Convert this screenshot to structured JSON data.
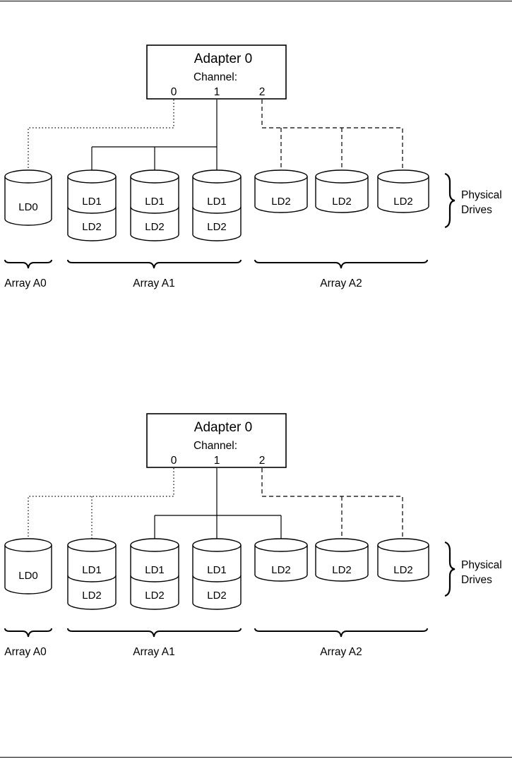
{
  "diagrams": [
    {
      "adapter": {
        "title": "Adapter 0",
        "channel_label": "Channel:",
        "channels": [
          "0",
          "1",
          "2"
        ]
      },
      "drives": [
        {
          "labels": [
            "LD0"
          ]
        },
        {
          "labels": [
            "LD1",
            "LD2"
          ]
        },
        {
          "labels": [
            "LD1",
            "LD2"
          ]
        },
        {
          "labels": [
            "LD1",
            "LD2"
          ]
        },
        {
          "labels": [
            "LD2"
          ]
        },
        {
          "labels": [
            "LD2"
          ]
        },
        {
          "labels": [
            "LD2"
          ]
        }
      ],
      "arrays": [
        "Array A0",
        "Array A1",
        "Array A2"
      ],
      "physical_drives_label": [
        "Physical",
        "Drives"
      ]
    },
    {
      "adapter": {
        "title": "Adapter 0",
        "channel_label": "Channel:",
        "channels": [
          "0",
          "1",
          "2"
        ]
      },
      "drives": [
        {
          "labels": [
            "LD0"
          ]
        },
        {
          "labels": [
            "LD1",
            "LD2"
          ]
        },
        {
          "labels": [
            "LD1",
            "LD2"
          ]
        },
        {
          "labels": [
            "LD1",
            "LD2"
          ]
        },
        {
          "labels": [
            "LD2"
          ]
        },
        {
          "labels": [
            "LD2"
          ]
        },
        {
          "labels": [
            "LD2"
          ]
        }
      ],
      "arrays": [
        "Array A0",
        "Array A1",
        "Array A2"
      ],
      "physical_drives_label": [
        "Physical",
        "Drives"
      ]
    }
  ]
}
